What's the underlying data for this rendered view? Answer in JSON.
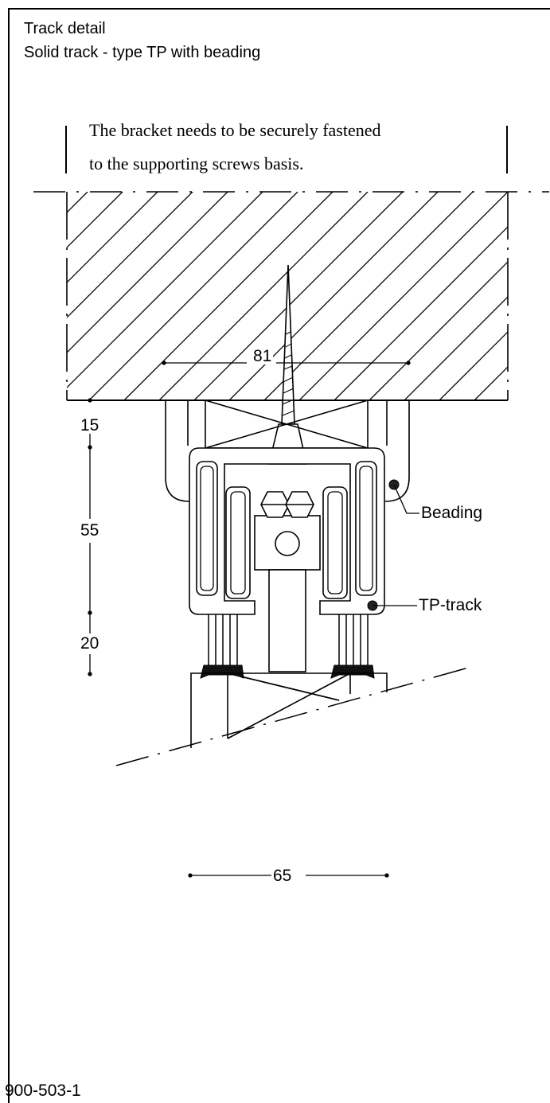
{
  "header": {
    "title": "Track detail",
    "subtitle": "Solid track  - type TP with beading"
  },
  "note": {
    "line1": "The bracket needs to be securely fastened",
    "line2": "to the supporting screws basis."
  },
  "dimensions": {
    "ceiling_width": "81",
    "bracket_height": "15",
    "track_height": "55",
    "carrier_height": "20",
    "door_width": "65"
  },
  "labels": {
    "beading": "Beading",
    "track": "TP-track"
  },
  "drawing_number": "900-503-1",
  "colors": {
    "line": "#000000",
    "background": "#ffffff"
  }
}
